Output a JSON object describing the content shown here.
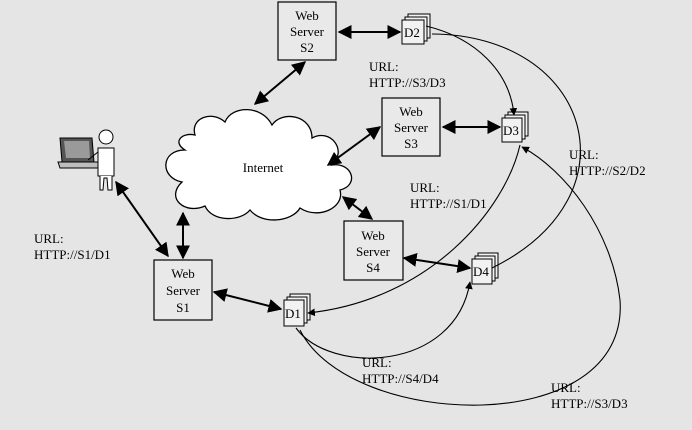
{
  "servers": {
    "s1": {
      "line1": "Web",
      "line2": "Server",
      "line3": "S1"
    },
    "s2": {
      "line1": "Web",
      "line2": "Server",
      "line3": "S2"
    },
    "s3": {
      "line1": "Web",
      "line2": "Server",
      "line3": "S3"
    },
    "s4": {
      "line1": "Web",
      "line2": "Server",
      "line3": "S4"
    }
  },
  "documents": {
    "d1": "D1",
    "d2": "D2",
    "d3": "D3",
    "d4": "D4"
  },
  "cloud_label": "Internet",
  "urls": {
    "s1_d1_user": {
      "line1": "URL:",
      "line2": "HTTP://S1/D1"
    },
    "s3_d3_top": {
      "line1": "URL:",
      "line2": "HTTP://S3/D3"
    },
    "s2_d2_right": {
      "line1": "URL:",
      "line2": "HTTP://S2/D2"
    },
    "s1_d1_mid": {
      "line1": "URL:",
      "line2": "HTTP://S1/D1"
    },
    "s4_d4_bottom": {
      "line1": "URL:",
      "line2": "HTTP://S4/D4"
    },
    "s3_d3_bottom": {
      "line1": "URL:",
      "line2": "HTTP://S3/D3"
    }
  },
  "icons": {
    "user": "user-with-laptop-icon",
    "cloud": "cloud-icon"
  }
}
